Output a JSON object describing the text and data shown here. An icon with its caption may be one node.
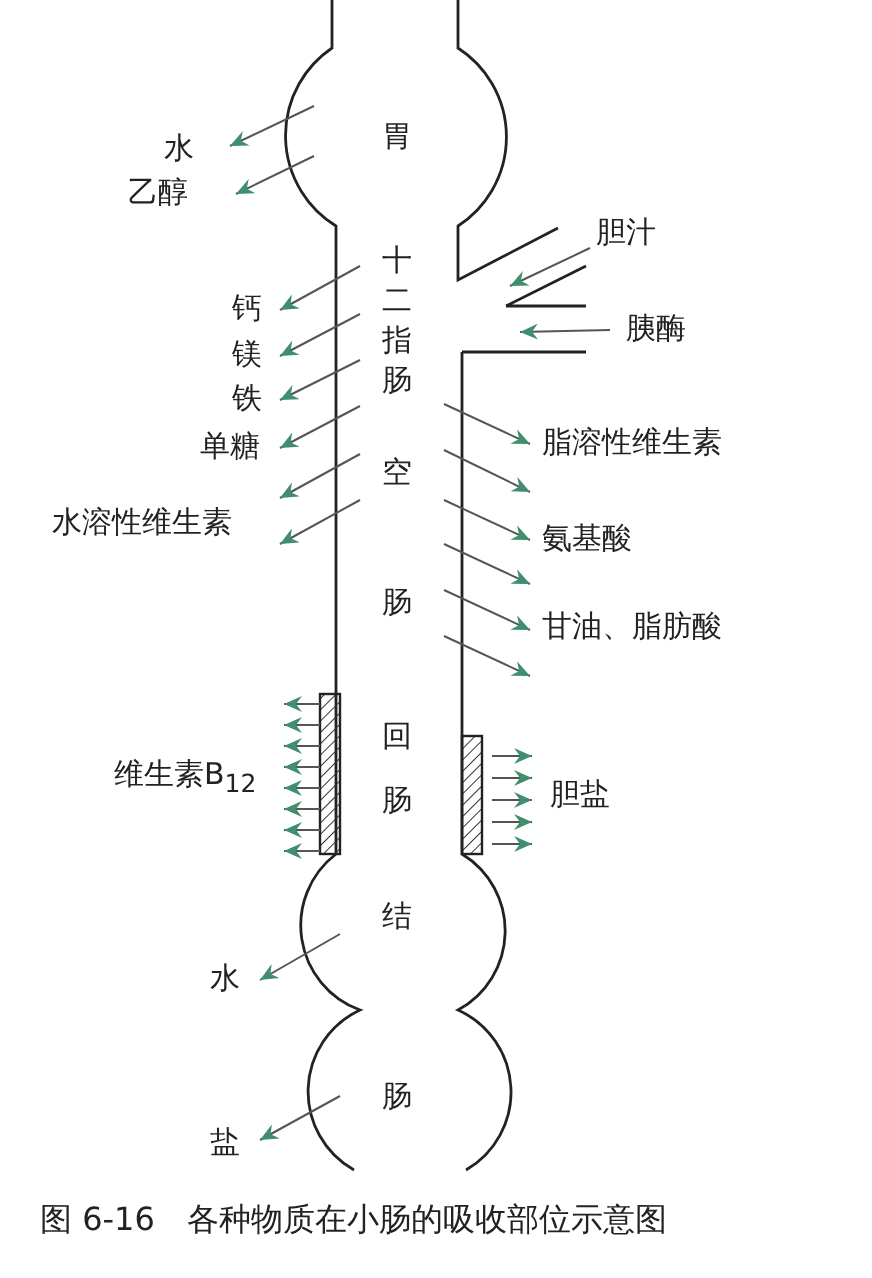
{
  "diagram": {
    "caption": "图 6-16　各种物质在小肠的吸收部位示意图",
    "labels": [
      "水",
      "乙醇",
      "胃",
      "胆汁",
      "十二指肠",
      "胰酶",
      "钙",
      "镁",
      "铁",
      "单糖",
      "脂溶性维生素",
      "空肠",
      "水溶性维生素",
      "氨基酸",
      "甘油、脂肪酸",
      "回肠",
      "维生素B$_{12}$",
      "胆盐",
      "结肠",
      "水",
      "盐"
    ]
  }
}
